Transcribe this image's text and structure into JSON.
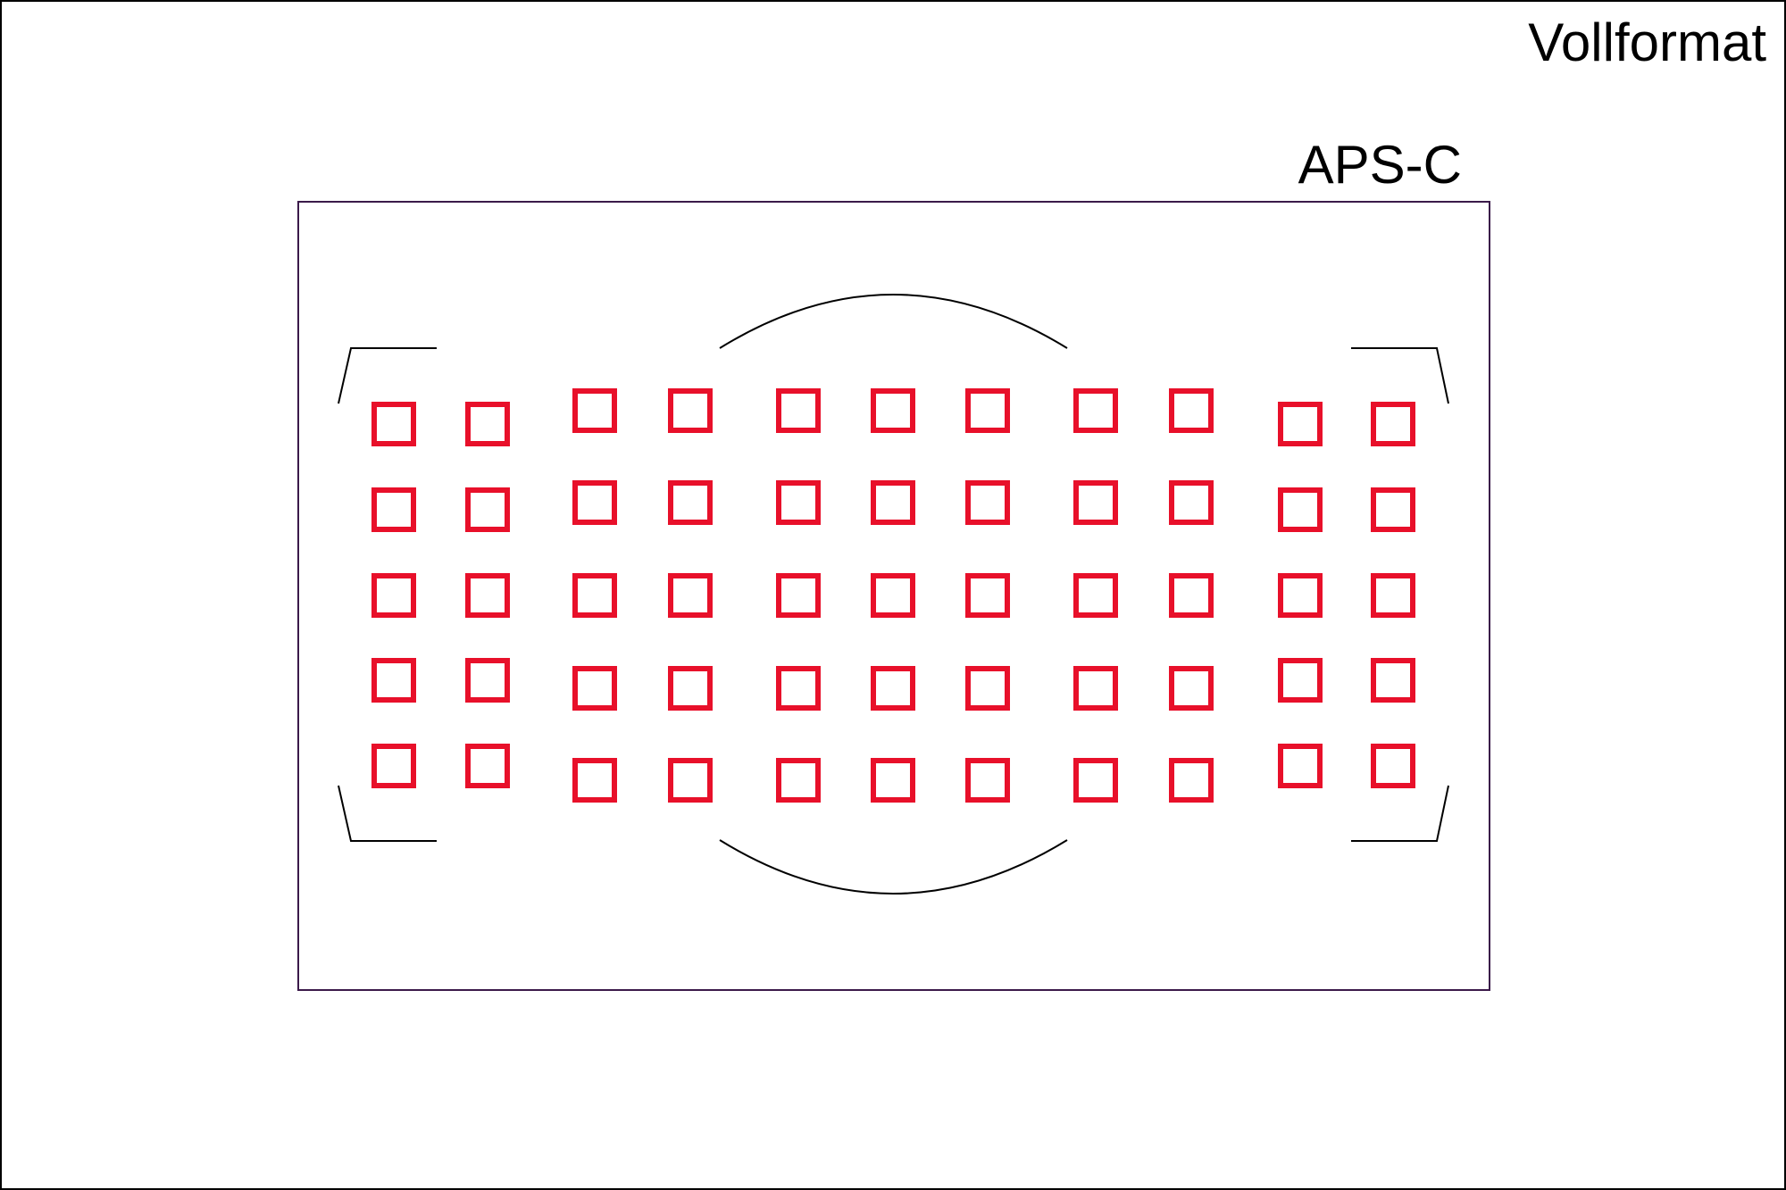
{
  "labels": {
    "full_frame": "Vollformat",
    "aps_c": "APS-C"
  },
  "colors": {
    "af_point": "#e8102a",
    "aps_c_frame": "#3b1a4a",
    "full_frame_border": "#000000",
    "guide_lines": "#000000"
  },
  "af_grid": {
    "columns": 11,
    "rows": 5,
    "total_points": 55
  }
}
